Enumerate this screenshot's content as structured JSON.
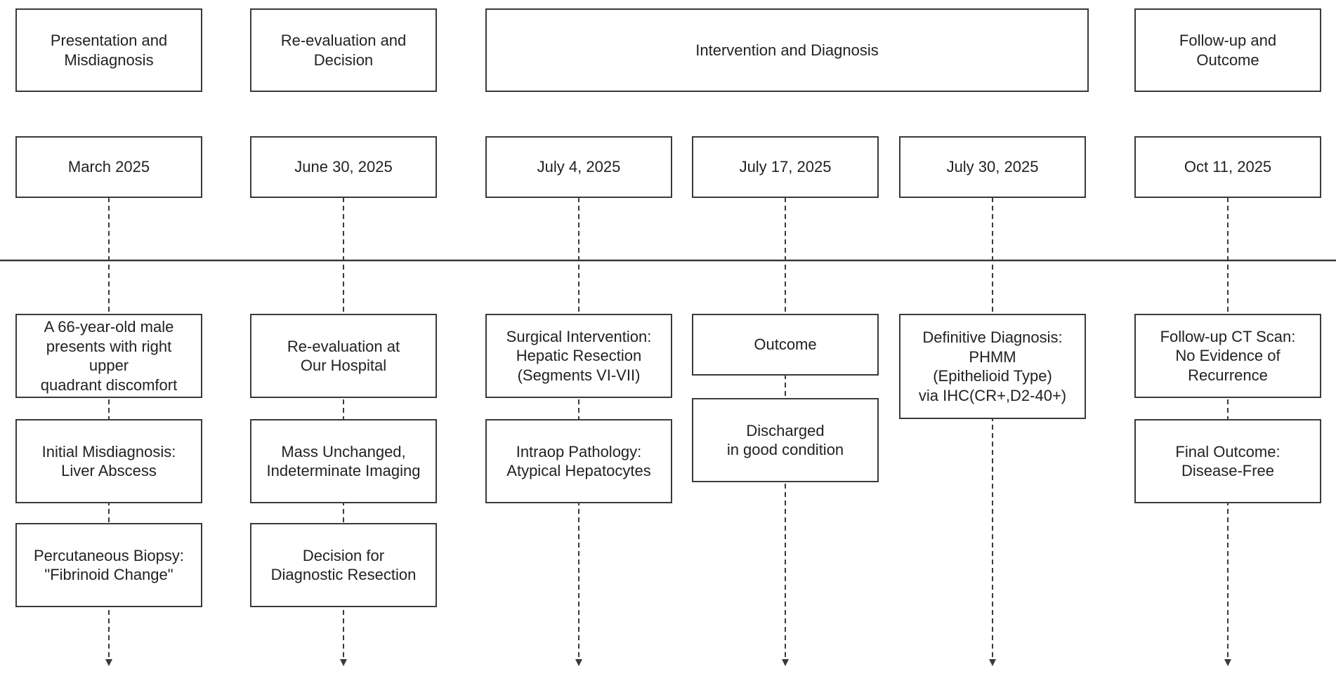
{
  "phases": [
    "Presentation and\nMisdiagnosis",
    "Re-evaluation and\nDecision",
    "Intervention and Diagnosis",
    "Follow-up and\nOutcome"
  ],
  "dates": [
    "March 2025",
    "June 30, 2025",
    "July 4, 2025",
    "July 17, 2025",
    "July 30, 2025",
    "Oct 11, 2025"
  ],
  "events": {
    "col1": [
      "A 66-year-old male\npresents with right\nupper\nquadrant  discomfort",
      "Initial Misdiagnosis:\nLiver Abscess",
      "Percutaneous Biopsy:\n\"Fibrinoid Change\""
    ],
    "col2": [
      "Re-evaluation at\nOur Hospital",
      "Mass Unchanged,\nIndeterminate Imaging",
      "Decision for\nDiagnostic Resection"
    ],
    "col3": [
      "Surgical Intervention:\nHepatic Resection\n(Segments VI-VII)",
      "Intraop Pathology:\nAtypical Hepatocytes"
    ],
    "col4": [
      "Outcome",
      "Discharged\nin good condition"
    ],
    "col5": [
      "Definitive Diagnosis:\nPHMM\n(Epithelioid Type)\nvia IHC(CR+,D2-40+)"
    ],
    "col6": [
      "Follow-up CT Scan:\nNo Evidence of\nRecurrence",
      "Final Outcome:\nDisease-Free"
    ]
  },
  "colors": {
    "line": "#3a3a3a",
    "text": "#222222",
    "background": "#ffffff"
  }
}
